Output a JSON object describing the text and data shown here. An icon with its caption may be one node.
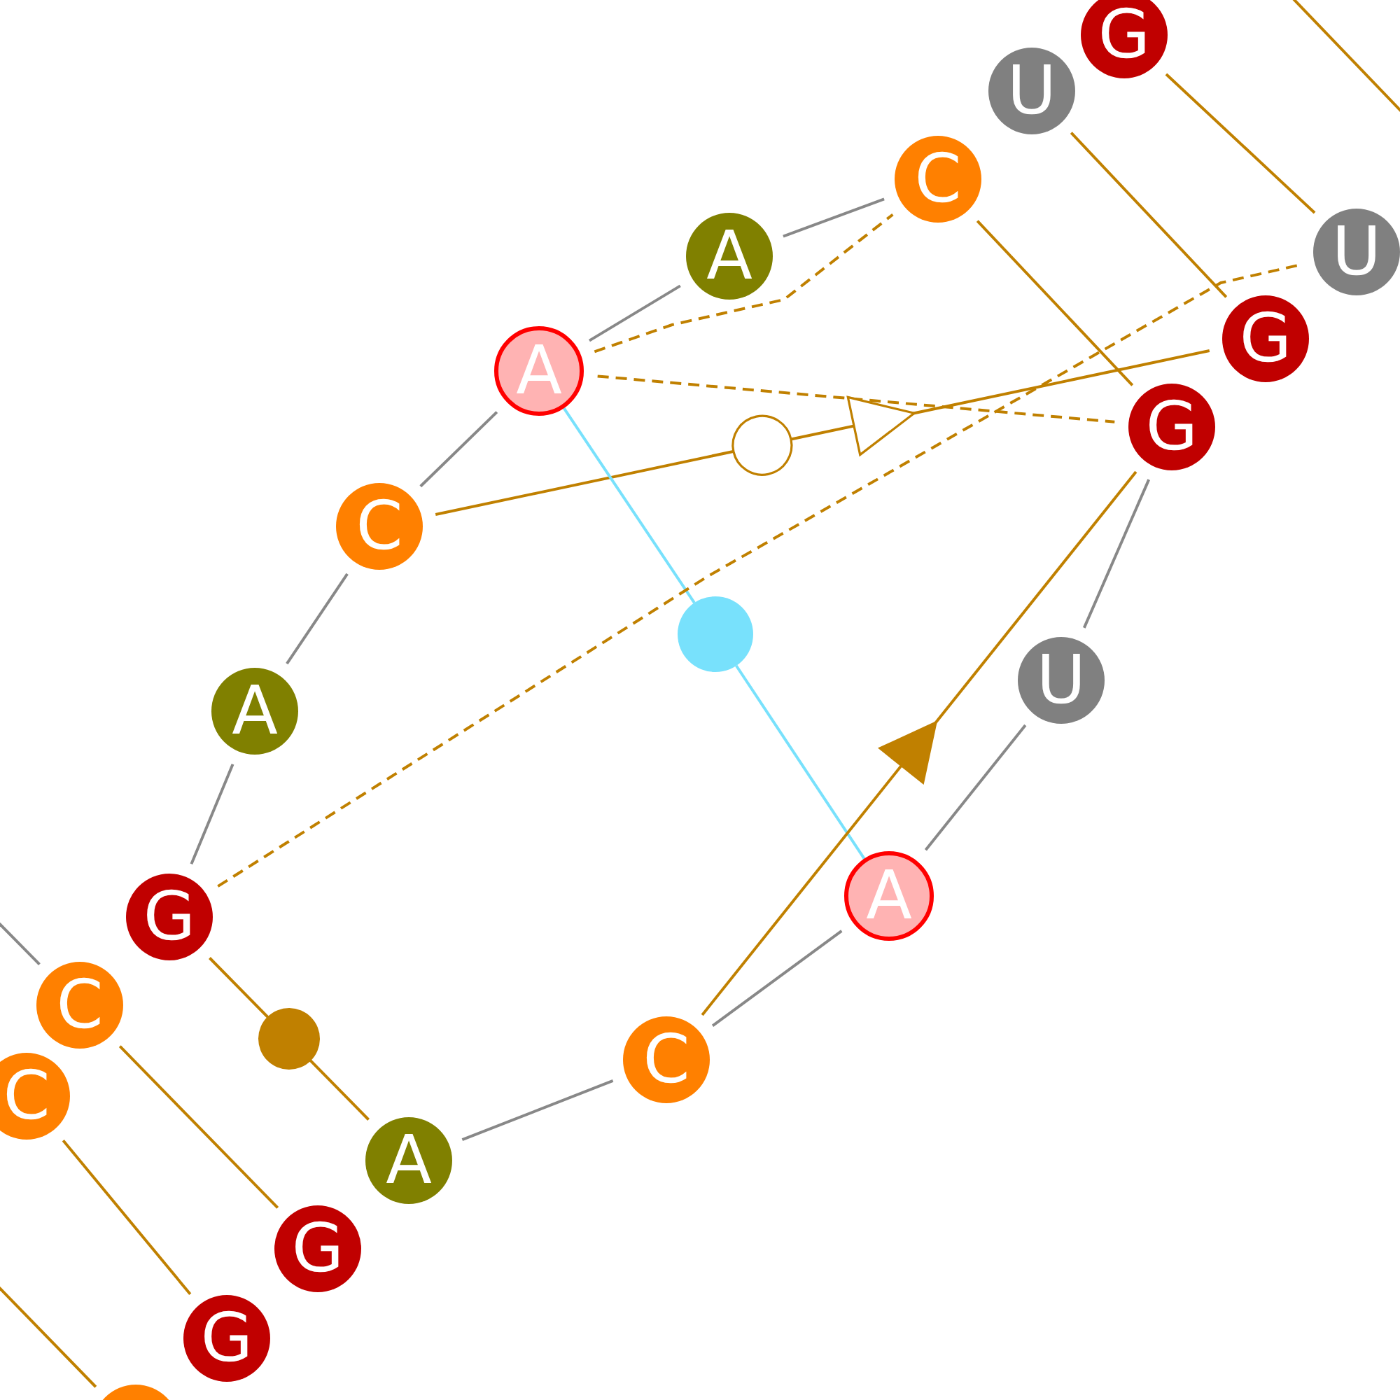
{
  "diagram": {
    "nodes": [
      {
        "text": [
          "G"
        ]
      },
      {
        "text": [
          "U"
        ]
      },
      {
        "text": [
          "C"
        ]
      },
      {
        "text": [
          "U"
        ]
      },
      {
        "text": [
          "A"
        ]
      },
      {
        "text": [
          "G"
        ]
      },
      {
        "text": [
          "A"
        ]
      },
      {
        "text": [
          "G"
        ]
      },
      {
        "text": [
          "C"
        ]
      },
      {
        "text": [],
        "shape": "circle"
      },
      {
        "text": [
          "U"
        ]
      },
      {
        "text": [
          "A"
        ]
      },
      {
        "text": [
          "A"
        ]
      },
      {
        "text": [
          "G"
        ]
      },
      {
        "text": [
          "C"
        ]
      },
      {
        "text": [
          "C"
        ]
      },
      {
        "text": [
          "C"
        ]
      },
      {
        "text": [
          "A"
        ]
      },
      {
        "text": [
          "G"
        ]
      },
      {
        "text": [
          "G"
        ]
      },
      {
        "text": [],
        "shape": "circle"
      }
    ],
    "edges": [
      {
        "from": 0,
        "to": 3,
        "arrow": "none"
      },
      {
        "from": 1,
        "to": 5,
        "arrow": "none"
      },
      {
        "from": 2,
        "to": 7,
        "arrow": "none"
      },
      {
        "from": 4,
        "to": 2,
        "arrow": "none",
        "color": "#888888"
      },
      {
        "from": 6,
        "to": 4,
        "arrow": "none",
        "color": "#888888"
      },
      {
        "from": 6,
        "to": 2,
        "arrow": "none",
        "style": "dashed"
      },
      {
        "from": 6,
        "to": 7,
        "arrow": "none",
        "style": "dashed"
      },
      {
        "from": 8,
        "to": 6,
        "arrow": "none",
        "color": "#888888"
      },
      {
        "from": 8,
        "to": 5,
        "arrow": "to"
      },
      {
        "from": 6,
        "to": 9,
        "arrow": "none",
        "color": "#78e1fc"
      },
      {
        "from": 9,
        "to": 12,
        "arrow": "none",
        "color": "#78e1fc"
      },
      {
        "from": 13,
        "to": 3,
        "arrow": "none",
        "style": "dashed"
      },
      {
        "from": 10,
        "to": 7,
        "arrow": "none",
        "color": "#888888"
      },
      {
        "from": 11,
        "to": 8,
        "arrow": "none",
        "color": "#888888"
      },
      {
        "from": 12,
        "to": 10,
        "arrow": "none",
        "color": "#888888"
      },
      {
        "from": 15,
        "to": 7,
        "arrow": "to"
      },
      {
        "from": 13,
        "to": 11,
        "arrow": "none",
        "color": "#888888"
      },
      {
        "from": 13,
        "to": 17,
        "arrow": "other"
      },
      {
        "from": null,
        "to": 14,
        "arrow": "none",
        "color": "#888888"
      },
      {
        "from": 15,
        "to": 12,
        "arrow": "none",
        "color": "#888888"
      },
      {
        "from": 17,
        "to": 15,
        "arrow": "none",
        "color": "#888888"
      },
      {
        "from": 14,
        "to": 18,
        "arrow": "none"
      },
      {
        "from": 16,
        "to": 19,
        "arrow": "none"
      },
      {
        "from": null,
        "to": 20,
        "arrow": "none"
      }
    ]
  }
}
